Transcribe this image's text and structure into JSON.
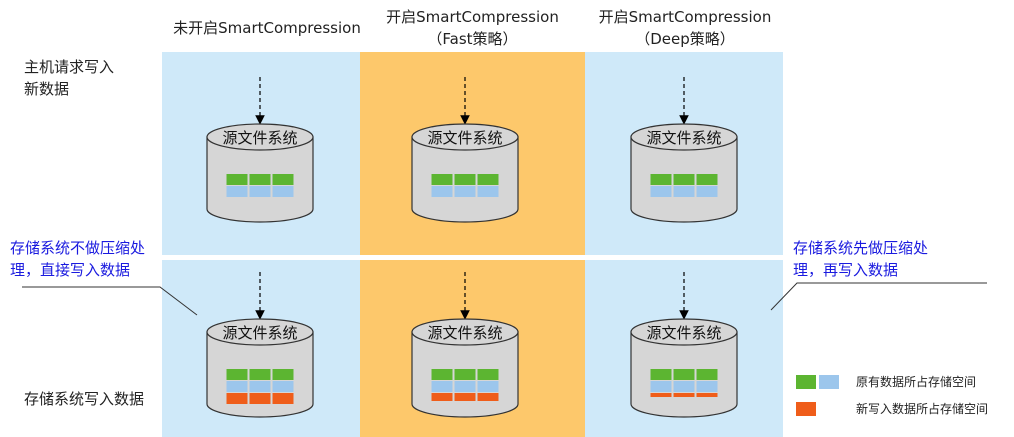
{
  "columns": [
    {
      "title_line1": "未开启SmartCompression",
      "title_line2": ""
    },
    {
      "title_line1": "开启SmartCompression",
      "title_line2": "（Fast策略）"
    },
    {
      "title_line1": "开启SmartCompression",
      "title_line2": "（Deep策略）"
    }
  ],
  "rows": {
    "top_label": "主机请求写入\n新数据",
    "bottom_label": "存储系统写入数据"
  },
  "notes": {
    "left": "存储系统不做压缩处理，直接写入数据",
    "right": "存储系统先做压缩处理，再写入数据"
  },
  "cylinder_label": "源文件系统",
  "legend": {
    "existing": "原有数据所占存储空间",
    "new": "新写入数据所占存储空间"
  },
  "colors": {
    "blue_panel": "#cfe9f9",
    "orange_panel": "#fdc86b",
    "green_block": "#5cb531",
    "blue_block": "#9cc6ec",
    "orange_block": "#ef5d1a",
    "cylinder": "#d6d6d6",
    "note_text": "#1a1adf"
  }
}
